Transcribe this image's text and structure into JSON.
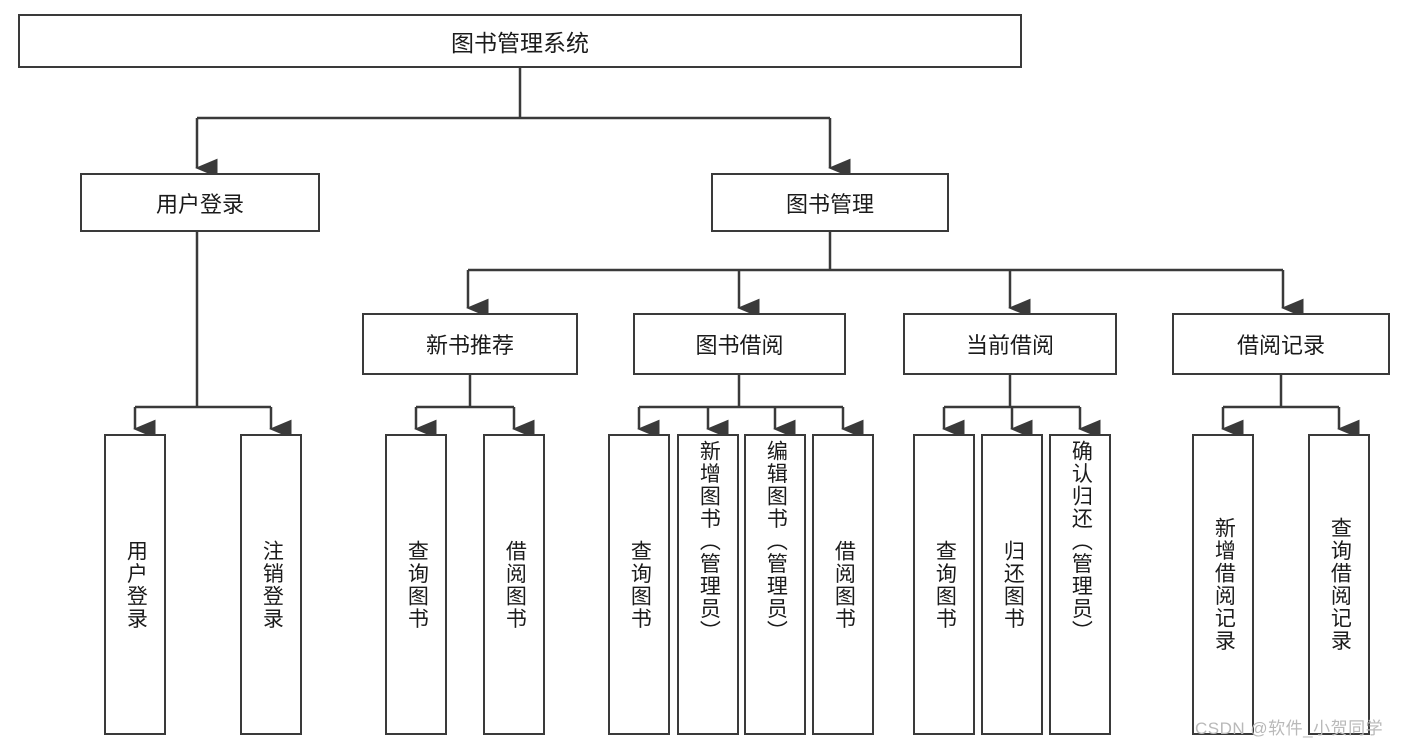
{
  "diagram": {
    "type": "hierarchy-tree",
    "title": "图书管理系统",
    "root": {
      "label": "图书管理系统"
    },
    "level2": [
      {
        "label": "用户登录"
      },
      {
        "label": "图书管理"
      }
    ],
    "level3": [
      {
        "label": "新书推荐"
      },
      {
        "label": "图书借阅"
      },
      {
        "label": "当前借阅"
      },
      {
        "label": "借阅记录"
      }
    ],
    "leaves": {
      "user_login": [
        {
          "label": "用户登录"
        },
        {
          "label": "注销登录"
        }
      ],
      "new_book_recommend": [
        {
          "label": "查询图书"
        },
        {
          "label": "借阅图书"
        }
      ],
      "book_borrow": [
        {
          "label": "查询图书"
        },
        {
          "label": "新增图书（管理员）"
        },
        {
          "label": "编辑图书（管理员）"
        },
        {
          "label": "借阅图书"
        }
      ],
      "current_borrow": [
        {
          "label": "查询图书"
        },
        {
          "label": "归还图书"
        },
        {
          "label": "确认归还（管理员）"
        }
      ],
      "borrow_record": [
        {
          "label": "新增借阅记录"
        },
        {
          "label": "查询借阅记录"
        }
      ]
    }
  },
  "watermark": {
    "text": "CSDN @软件_小贺同学"
  },
  "colors": {
    "stroke": "#3a3a3a",
    "text": "#1b1b1b",
    "background": "#ffffff",
    "watermark": "#b9b9b9"
  }
}
